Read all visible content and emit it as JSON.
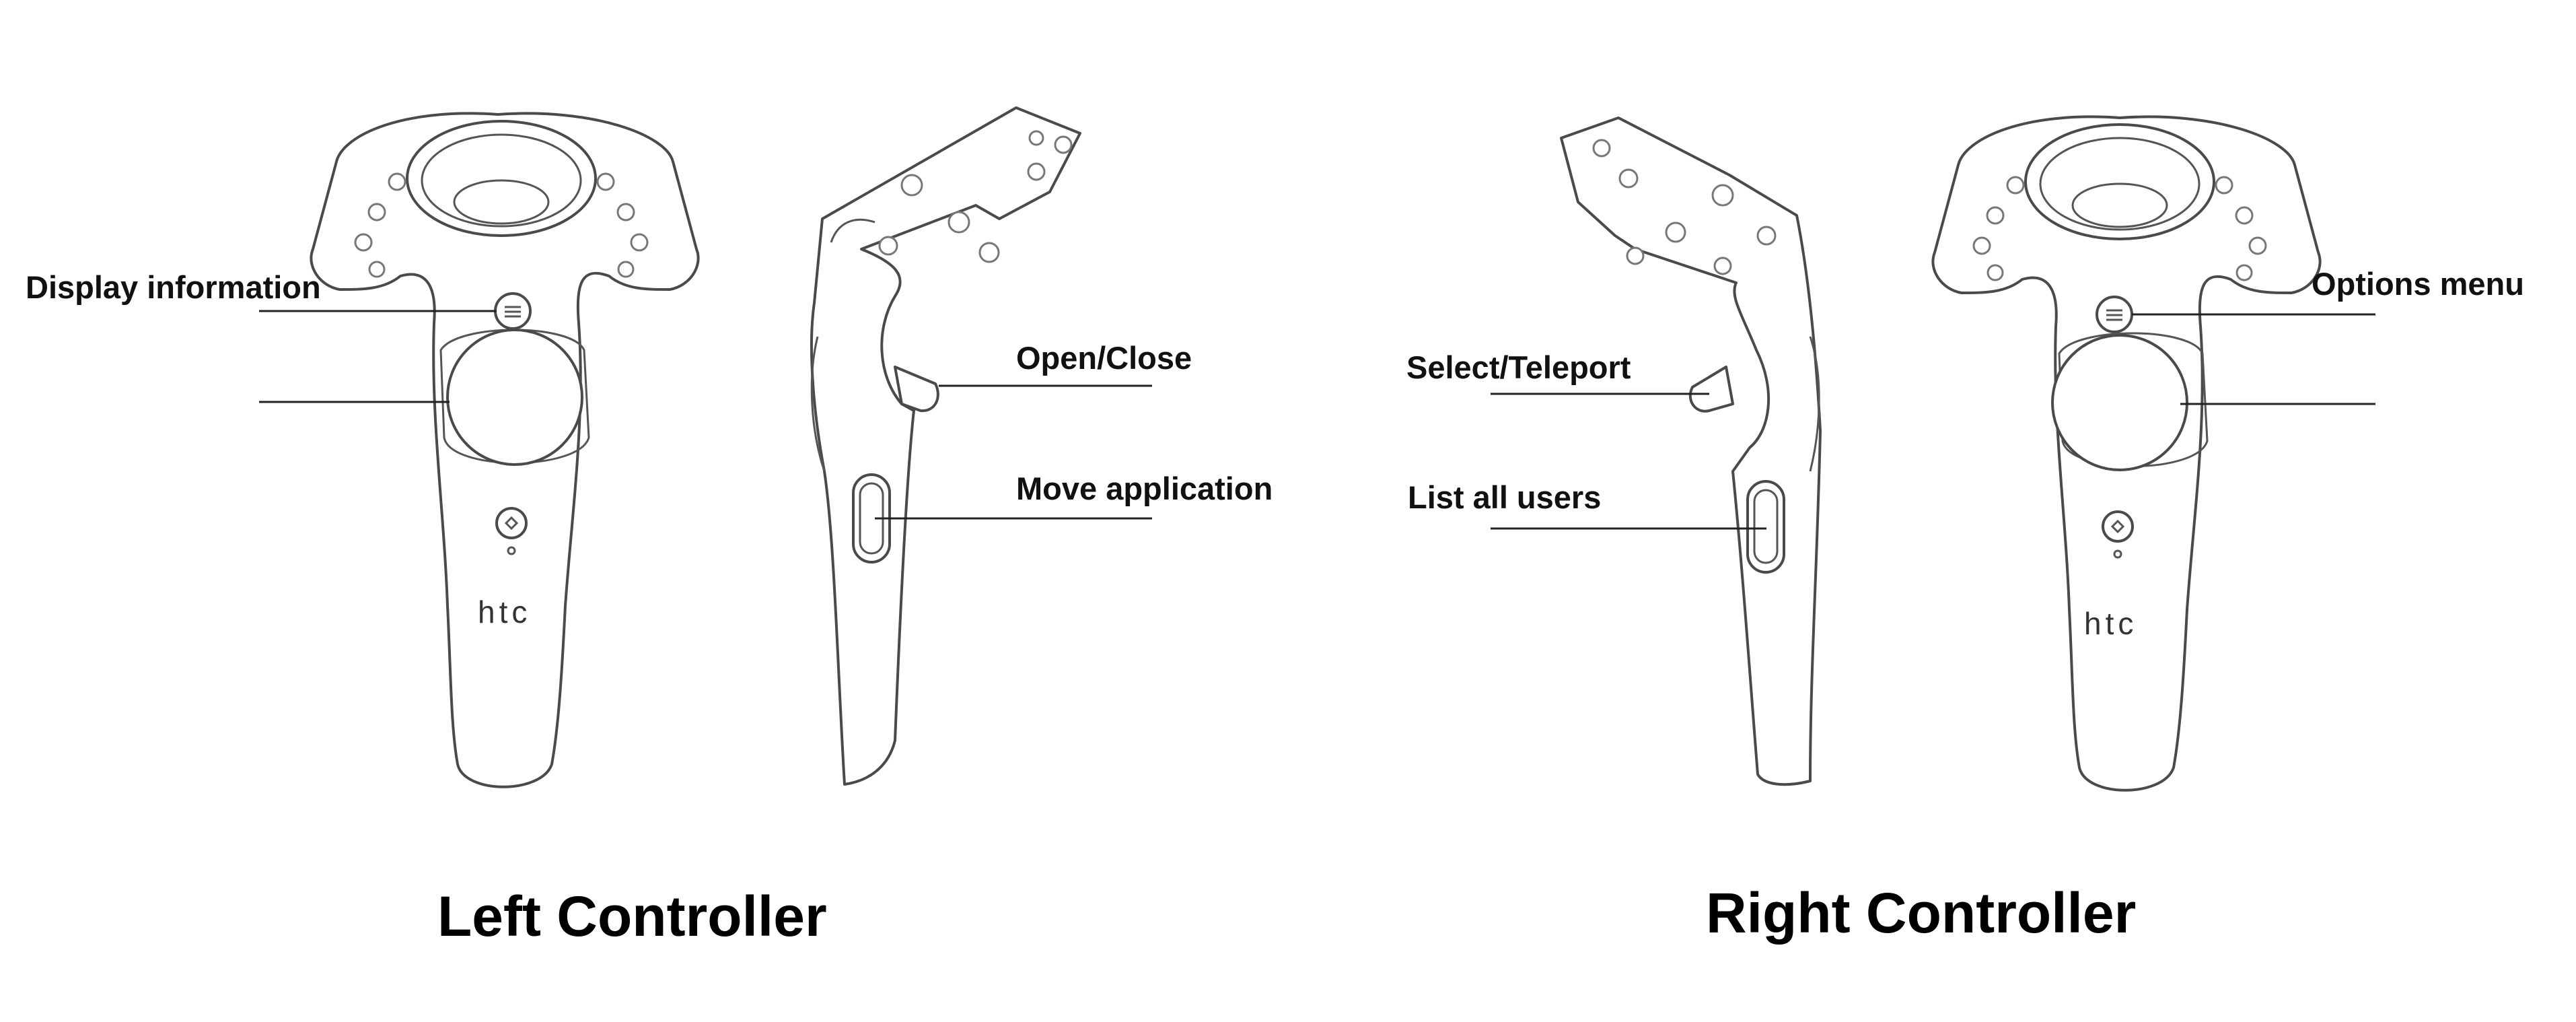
{
  "labels": {
    "display_information": "Display information",
    "open_close": "Open/Close",
    "move_application": "Move application",
    "select_teleport": "Select/Teleport",
    "list_all_users": "List all users",
    "options_menu": "Options menu"
  },
  "titles": {
    "left": "Left Controller",
    "right": "Right Controller"
  },
  "logo_text": "htc",
  "colors": {
    "outline": "#4a4a4a",
    "text": "#111111",
    "background": "#ffffff"
  }
}
